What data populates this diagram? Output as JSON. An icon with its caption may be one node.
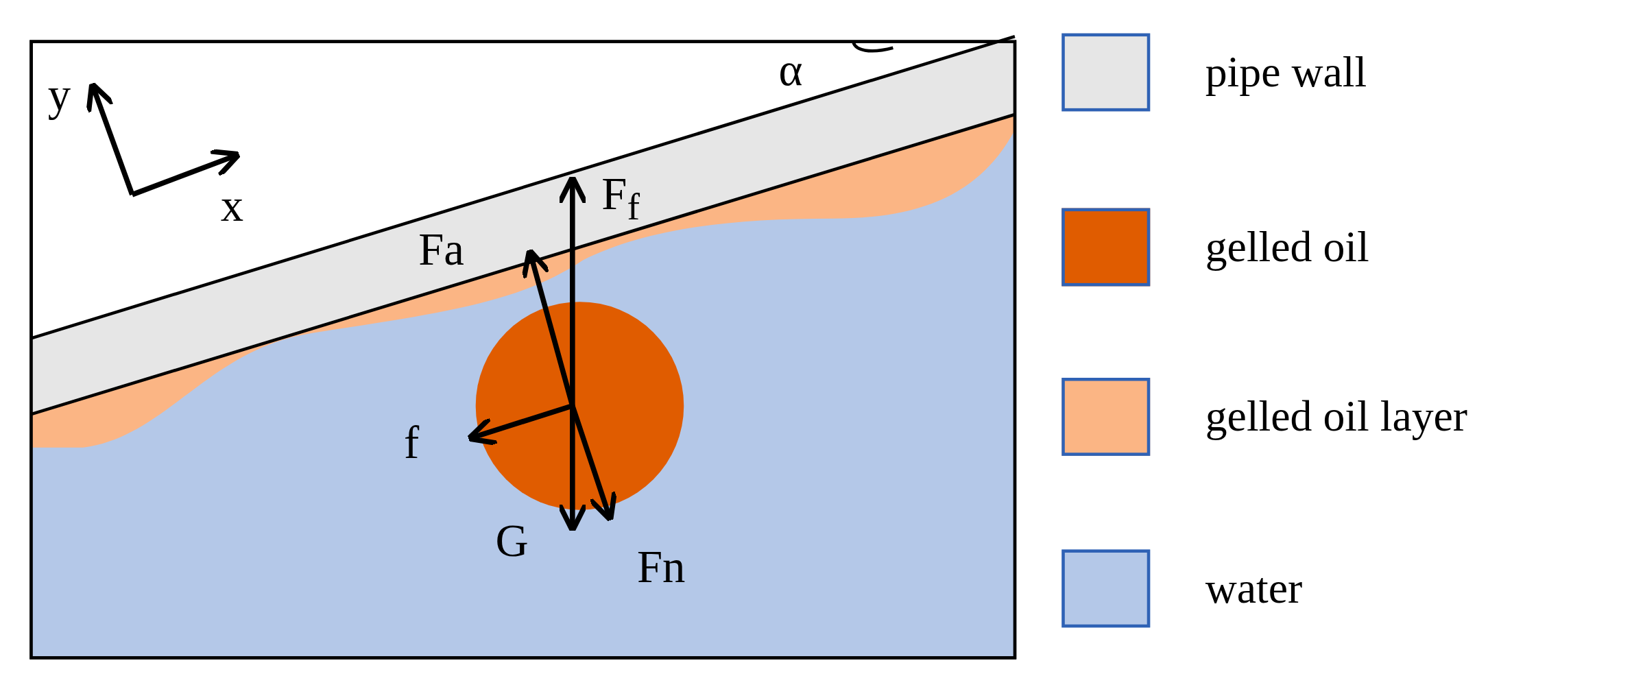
{
  "diagram": {
    "labels": [
      "y",
      "x",
      "α",
      "F$_{f}$",
      "Fa",
      "f",
      "G",
      "Fn"
    ],
    "legend": [
      {
        "text": "pipe wall",
        "color": "#e6e6e6"
      },
      {
        "text": "gelled oil",
        "color": "#e05c00"
      },
      {
        "text": "gelled oil layer",
        "color": "#fbb584"
      },
      {
        "text": "water",
        "color": "#b4c8e8"
      }
    ]
  }
}
